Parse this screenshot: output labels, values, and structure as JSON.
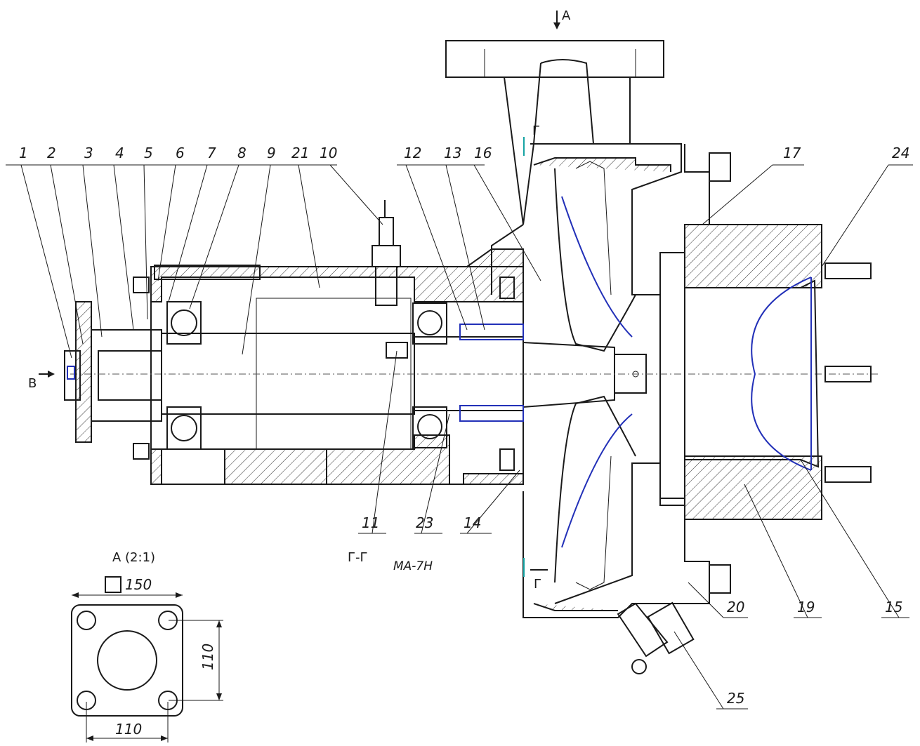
{
  "drawing": {
    "view_marker_top": "A",
    "view_marker_left": "B",
    "section_marker": "Г",
    "section_title": "Г-Г",
    "model_label": "МА-7Н"
  },
  "callouts": [
    "1",
    "2",
    "3",
    "4",
    "5",
    "6",
    "7",
    "8",
    "9",
    "21",
    "10",
    "12",
    "13",
    "16",
    "17",
    "24",
    "11",
    "23",
    "14",
    "20",
    "19",
    "15",
    "25"
  ],
  "detail": {
    "title": "A (2:1)",
    "square_dim": "150",
    "dim_vertical": "110",
    "dim_horizontal": "110"
  }
}
